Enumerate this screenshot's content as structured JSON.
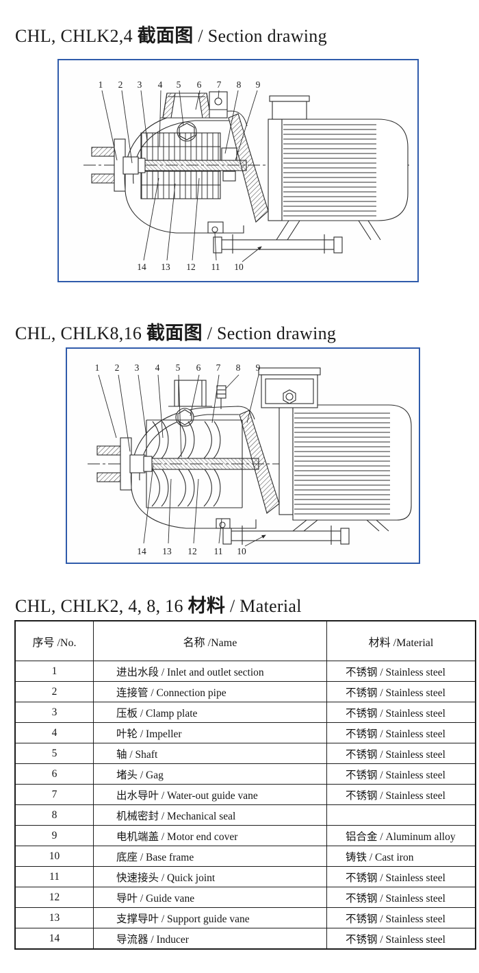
{
  "section1": {
    "title": {
      "prefix": "CHL, CHLK2,4 ",
      "cjk": "截面图",
      "suffix": " / Section drawing"
    },
    "callouts_top": [
      "1",
      "2",
      "3",
      "4",
      "5",
      "6",
      "7",
      "8",
      "9"
    ],
    "callouts_bottom": [
      "14",
      "13",
      "12",
      "11",
      "10"
    ]
  },
  "section2": {
    "title": {
      "prefix": "CHL, CHLK8,16 ",
      "cjk": "截面图",
      "suffix": " / Section drawing"
    },
    "callouts_top": [
      "1",
      "2",
      "3",
      "4",
      "5",
      "6",
      "7",
      "8",
      "9"
    ],
    "callouts_bottom": [
      "14",
      "13",
      "12",
      "11",
      "10"
    ]
  },
  "material": {
    "title": {
      "prefix": "CHL, CHLK2, 4, 8, 16 ",
      "cjk": "材料",
      "suffix": " / Material"
    },
    "headers": [
      "序号 /No.",
      "名称 /Name",
      "材料 /Material"
    ],
    "rows": [
      {
        "no": "1",
        "name": "进出水段 / Inlet and outlet section",
        "material": "不锈钢 / Stainless steel"
      },
      {
        "no": "2",
        "name": "连接管 / Connection pipe",
        "material": "不锈钢 / Stainless steel"
      },
      {
        "no": "3",
        "name": "压板 / Clamp plate",
        "material": "不锈钢 / Stainless steel"
      },
      {
        "no": "4",
        "name": "叶轮 / Impeller",
        "material": "不锈钢 / Stainless steel"
      },
      {
        "no": "5",
        "name": "轴 / Shaft",
        "material": "不锈钢 / Stainless steel"
      },
      {
        "no": "6",
        "name": "堵头 / Gag",
        "material": "不锈钢 / Stainless steel"
      },
      {
        "no": "7",
        "name": "出水导叶 / Water-out guide vane",
        "material": "不锈钢 / Stainless steel"
      },
      {
        "no": "8",
        "name": "机械密封 / Mechanical seal",
        "material": ""
      },
      {
        "no": "9",
        "name": "电机端盖 / Motor end cover",
        "material": "铝合金 / Aluminum alloy"
      },
      {
        "no": "10",
        "name": "底座 / Base frame",
        "material": "铸铁 / Cast iron"
      },
      {
        "no": "11",
        "name": "快速接头 / Quick joint",
        "material": "不锈钢 / Stainless steel"
      },
      {
        "no": "12",
        "name": "导叶 / Guide vane",
        "material": "不锈钢 / Stainless steel"
      },
      {
        "no": "13",
        "name": "支撑导叶 / Support guide vane",
        "material": "不锈钢 / Stainless steel"
      },
      {
        "no": "14",
        "name": "导流器 / Inducer",
        "material": "不锈钢 / Stainless steel"
      }
    ]
  },
  "colors": {
    "frame_blue": "#2f5bab",
    "line": "#2b2b2b"
  }
}
